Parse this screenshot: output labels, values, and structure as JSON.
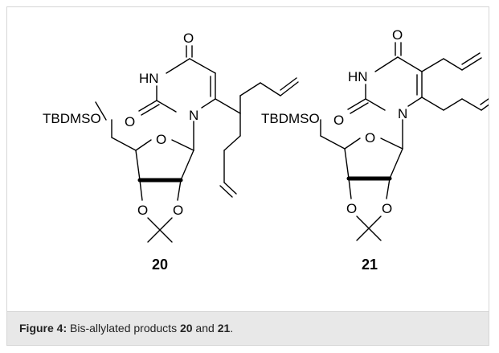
{
  "caption": {
    "prefix": "Figure 4:",
    "text_1": " Bis-allylated products ",
    "num_1": "20",
    "text_2": " and ",
    "num_2": "21",
    "text_3": "."
  },
  "compounds": [
    {
      "label": "20",
      "atoms": {
        "o_top": "O",
        "nh": "HN",
        "o_carbonyl": "O",
        "n1": "N",
        "protecting_group": "TBDMSO",
        "o_ring": "O",
        "o_acetal_1": "O",
        "o_acetal_2": "O"
      }
    },
    {
      "label": "21",
      "atoms": {
        "o_top": "O",
        "nh": "HN",
        "o_carbonyl": "O",
        "n1": "N",
        "protecting_group": "TBDMSO",
        "o_ring": "O",
        "o_acetal_1": "O",
        "o_acetal_2": "O"
      }
    }
  ]
}
